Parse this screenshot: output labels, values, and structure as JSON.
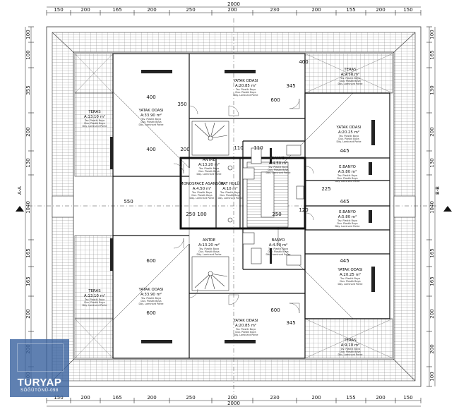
{
  "dims": {
    "top_total": "2000",
    "bottom_total": "2000",
    "top_segments": [
      "150",
      "200",
      "165",
      "200",
      "250",
      "200",
      "230",
      "200",
      "155",
      "200",
      "150"
    ],
    "bottom_segments": [
      "150",
      "200",
      "165",
      "200",
      "250",
      "200",
      "230",
      "200",
      "155",
      "200",
      "150"
    ],
    "left_segments": [
      "100",
      "100",
      "355",
      "200",
      "130",
      "1040",
      "165",
      "165",
      "200",
      "200",
      "100"
    ],
    "right_segments": [
      "100",
      "165",
      "130",
      "200",
      "130",
      "1040",
      "165",
      "165",
      "200",
      "200",
      "100"
    ],
    "inner": [
      "400",
      "350",
      "200",
      "400",
      "600",
      "110",
      "110",
      "445",
      "600",
      "445",
      "600",
      "550",
      "600",
      "445",
      "400",
      "345",
      "345",
      "250",
      "250",
      "180",
      "120",
      "225"
    ]
  },
  "rooms": [
    {
      "name": "YATAK ODASI",
      "area": "A:20.85 m²"
    },
    {
      "name": "TERAS",
      "area": "A:9.10 m²"
    },
    {
      "name": "TERAS",
      "area": "A:13.10 m²"
    },
    {
      "name": "YATAK ODASI",
      "area": "A:33.90 m²"
    },
    {
      "name": "YATAK ODASI",
      "area": "A:20.25 m²"
    },
    {
      "name": "ANTRE",
      "area": "A:13.20 m²"
    },
    {
      "name": "BANYO",
      "area": "A:4.50 m²"
    },
    {
      "name": "MONOSPACE ASANSÖR",
      "area": "A:4.50 m²"
    },
    {
      "name": "KAT HOLÜ",
      "area": "A:10 m²"
    },
    {
      "name": "E.BANYO",
      "area": "A:5.80 m²"
    },
    {
      "name": "E.BANYO",
      "area": "A:5.80 m²"
    },
    {
      "name": "BANYO",
      "area": "A:4.50 m²"
    },
    {
      "name": "ANTRE",
      "area": "A:13.20 m²"
    },
    {
      "name": "YATAK ODASI",
      "area": "A:20.25 m²"
    },
    {
      "name": "TERAS",
      "area": "A:13.10 m²"
    },
    {
      "name": "YATAK ODASI",
      "area": "A:33.90 m²"
    },
    {
      "name": "YATAK ODASI",
      "area": "A:20.85 m²"
    },
    {
      "name": "TERAS",
      "area": "A:9.10 m²"
    }
  ],
  "room_notes": [
    "Tav. Plastik Boya",
    "Duv. Plastik Boya",
    "Döş. Laminant Parke"
  ],
  "section_marks": {
    "a": "A-A",
    "b": "B-B"
  },
  "logo": {
    "brand": "TURYAP",
    "office": "SÖĞÜTÖNÜ-098"
  },
  "colors": {
    "hatch": "#555555",
    "wall": "#111111",
    "logo_bg": "#3c64a0"
  }
}
